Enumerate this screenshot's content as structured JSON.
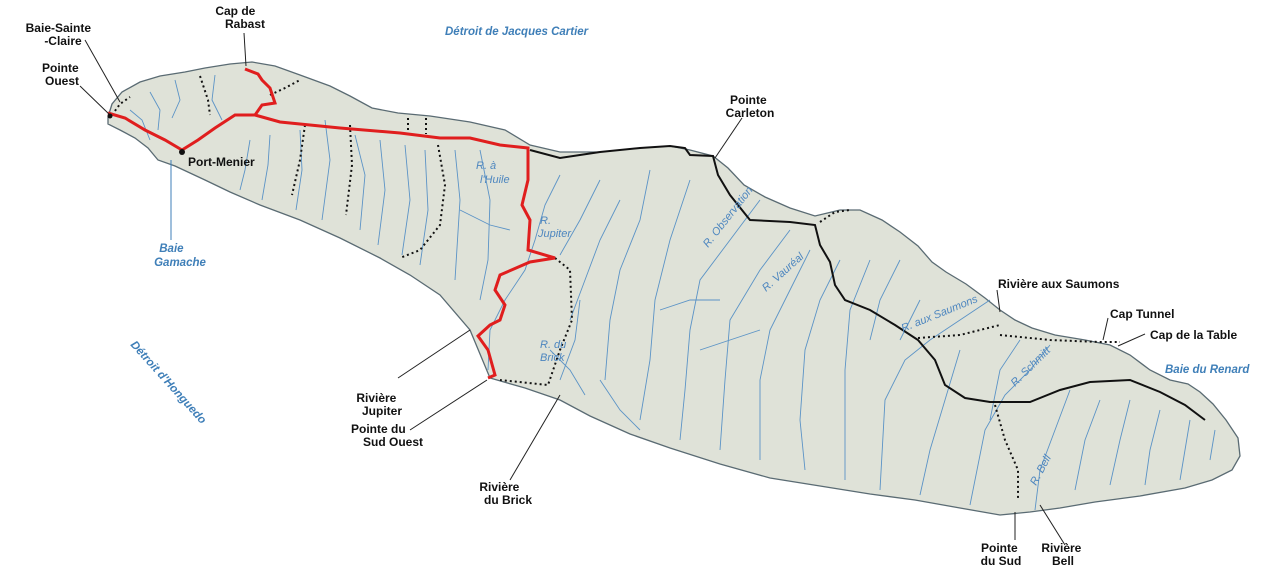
{
  "colors": {
    "land": "#dfe2d8",
    "coast": "#5a6b73",
    "river": "#5b93c6",
    "road_red": "#e01e1e",
    "road_black": "#111111",
    "water_label": "#3f7fb8"
  },
  "places": {
    "baie_sainte_claire": [
      "Baie-Sainte",
      "-Claire"
    ],
    "pointe_ouest": [
      "Pointe",
      "Ouest"
    ],
    "cap_de_rabast": [
      "Cap de",
      "Rabast"
    ],
    "port_menier": "Port-Menier",
    "pointe_carleton": [
      "Pointe",
      "Carleton"
    ],
    "riviere_aux_saumons": "Rivière aux Saumons",
    "cap_tunnel": "Cap Tunnel",
    "cap_de_la_table": "Cap de la Table",
    "riviere_jupiter": [
      "Rivière",
      "Jupiter"
    ],
    "pointe_du_sud_ouest": [
      "Pointe du",
      "Sud Ouest"
    ],
    "riviere_du_brick": [
      "Rivière",
      "du Brick"
    ],
    "pointe_du_sud": [
      "Pointe",
      "du Sud"
    ],
    "riviere_bell": [
      "Rivière",
      "Bell"
    ]
  },
  "water": {
    "detroit_jacques_cartier": "Détroit de Jacques Cartier",
    "baie_gamache": [
      "Baie",
      "Gamache"
    ],
    "detroit_honguedo": "Détroit d'Honguedo",
    "baie_du_renard": "Baie du Renard"
  },
  "rivers": {
    "huile": [
      "R. à",
      "l'Huile"
    ],
    "jupiter": [
      "R.",
      "Jupiter"
    ],
    "brick": [
      "R. du",
      "Brick"
    ],
    "observation": "R. Observation",
    "vaureal": "R. Vauréal",
    "aux_saumons": "R. aux Saumons",
    "schmitt": "R. Schmitt",
    "bell": "R. Bell"
  }
}
